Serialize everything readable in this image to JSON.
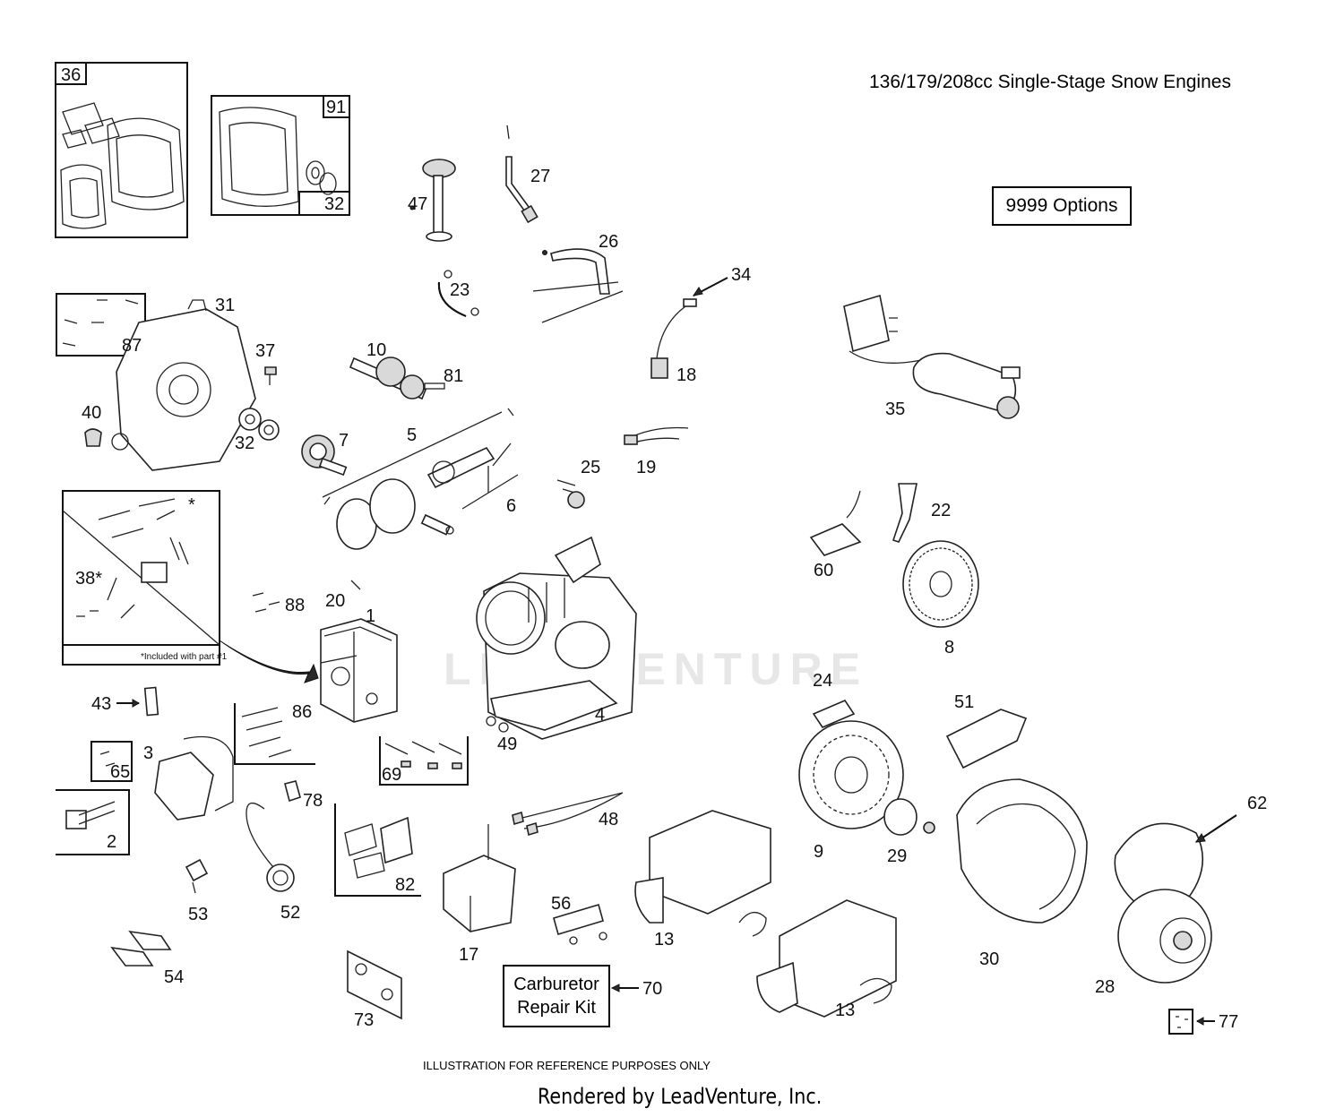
{
  "title": "136/179/208cc Single-Stage Snow Engines",
  "options_label": "9999  Options",
  "carb_kit": {
    "line1": "Carburetor",
    "line2": "Repair Kit"
  },
  "footer_note": "ILLUSTRATION FOR REFERENCE PURPOSES ONLY",
  "footer_rendered": "Rendered by LeadVenture, Inc.",
  "watermark": "LEADVENTURE",
  "inset_note": "*Included with part #1",
  "part_numbers": [
    "36",
    "91",
    "32",
    "47",
    "27",
    "26",
    "23",
    "34",
    "18",
    "31",
    "87",
    "37",
    "10",
    "81",
    "32",
    "40",
    "7",
    "5",
    "6",
    "25",
    "19",
    "35",
    "22",
    "60",
    "8",
    "38*",
    "*",
    "88",
    "20",
    "1",
    "43",
    "86",
    "3",
    "65",
    "2",
    "78",
    "69",
    "49",
    "4",
    "24",
    "51",
    "9",
    "29",
    "62",
    "48",
    "82",
    "53",
    "52",
    "54",
    "56",
    "17",
    "13",
    "30",
    "28",
    "73",
    "13",
    "70",
    "77"
  ],
  "colors": {
    "background": "#ffffff",
    "line": "#111111",
    "watermark": "#e7e7e7"
  }
}
